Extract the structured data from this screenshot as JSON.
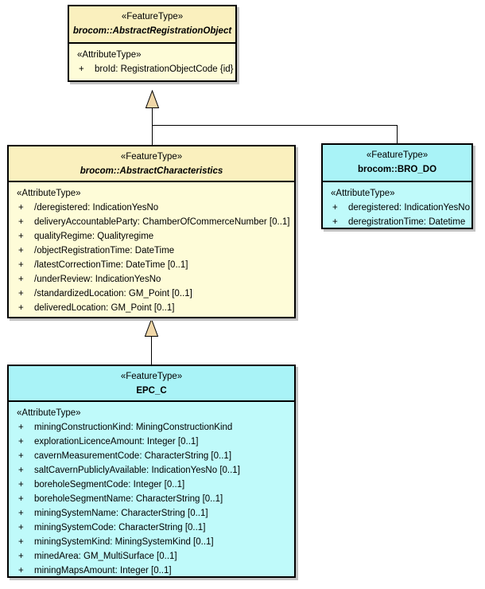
{
  "diagram": {
    "colors": {
      "yellow_header": "#FAF0BE",
      "yellow_body": "#FEFCD8",
      "cyan_header": "#A9F3F7",
      "cyan_body": "#BFFAFA",
      "triangle_fill": "#F0D7A8",
      "border": "#000000",
      "shadow": "#C2C2C2",
      "background": "#FFFFFF"
    },
    "classes": [
      {
        "stereotype": "«FeatureType»",
        "name": "brocom::AbstractRegistrationObject",
        "attr_header": "«AttributeType»",
        "attributes": [
          {
            "vis": "+",
            "text": "broId: RegistrationObjectCode {id}"
          }
        ]
      },
      {
        "stereotype": "«FeatureType»",
        "name": "brocom::AbstractCharacteristics",
        "attr_header": "«AttributeType»",
        "attributes": [
          {
            "vis": "+",
            "text": "/deregistered: IndicationYesNo"
          },
          {
            "vis": "+",
            "text": "deliveryAccountableParty: ChamberOfCommerceNumber [0..1]"
          },
          {
            "vis": "+",
            "text": "qualityRegime: Qualityregime"
          },
          {
            "vis": "+",
            "text": "/objectRegistrationTime: DateTime"
          },
          {
            "vis": "+",
            "text": "/latestCorrectionTime: DateTime [0..1]"
          },
          {
            "vis": "+",
            "text": "/underReview: IndicationYesNo"
          },
          {
            "vis": "+",
            "text": "/standardizedLocation: GM_Point [0..1]"
          },
          {
            "vis": "+",
            "text": "deliveredLocation: GM_Point [0..1]"
          }
        ]
      },
      {
        "stereotype": "«FeatureType»",
        "name": "brocom::BRO_DO",
        "attr_header": "«AttributeType»",
        "attributes": [
          {
            "vis": "+",
            "text": "deregistered: IndicationYesNo"
          },
          {
            "vis": "+",
            "text": "deregistrationTime: Datetime"
          }
        ]
      },
      {
        "stereotype": "«FeatureType»",
        "name": "EPC_C",
        "attr_header": "«AttributeType»",
        "attributes": [
          {
            "vis": "+",
            "text": "miningConstructionKind: MiningConstructionKind"
          },
          {
            "vis": "+",
            "text": "explorationLicenceAmount: Integer [0..1]"
          },
          {
            "vis": "+",
            "text": "cavernMeasurementCode: CharacterString [0..1]"
          },
          {
            "vis": "+",
            "text": "saltCavernPubliclyAvailable: IndicationYesNo [0..1]"
          },
          {
            "vis": "+",
            "text": "boreholeSegmentCode: Integer [0..1]"
          },
          {
            "vis": "+",
            "text": "boreholeSegmentName: CharacterString [0..1]"
          },
          {
            "vis": "+",
            "text": "miningSystemName: CharacterString [0..1]"
          },
          {
            "vis": "+",
            "text": "miningSystemCode: CharacterString [0..1]"
          },
          {
            "vis": "+",
            "text": "miningSystemKind: MiningSystemKind [0..1]"
          },
          {
            "vis": "+",
            "text": "minedArea: GM_MultiSurface [0..1]"
          },
          {
            "vis": "+",
            "text": "miningMapsAmount: Integer [0..1]"
          }
        ]
      }
    ],
    "relations": [
      {
        "type": "generalization",
        "from": "brocom::AbstractCharacteristics",
        "to": "brocom::AbstractRegistrationObject"
      },
      {
        "type": "generalization",
        "from": "brocom::BRO_DO",
        "to": "brocom::AbstractRegistrationObject"
      },
      {
        "type": "generalization",
        "from": "EPC_C",
        "to": "brocom::AbstractCharacteristics"
      }
    ]
  }
}
